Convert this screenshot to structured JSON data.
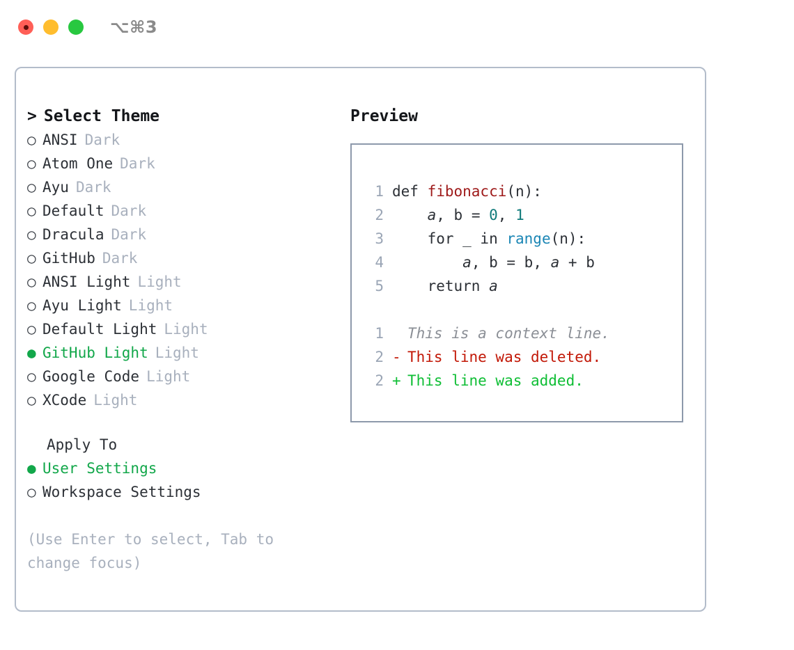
{
  "window": {
    "title": "⌥⌘3",
    "traffic_lights": [
      "close-button",
      "minimize-button",
      "maximize-button"
    ],
    "colors": {
      "close": "#ff5f57",
      "minimize": "#ffbd2e",
      "maximize": "#28c840",
      "panel_border": "#b3bcca",
      "preview_border": "#8d99ab",
      "accent_green": "#12a74a",
      "muted": "#a8b0bd"
    }
  },
  "theme_selector": {
    "heading": "Select Theme",
    "caret": ">",
    "bullet_selected": "●",
    "bullet_unselected": "○",
    "options": [
      {
        "name": "ANSI",
        "tag": "Dark",
        "selected": false
      },
      {
        "name": "Atom One",
        "tag": "Dark",
        "selected": false
      },
      {
        "name": "Ayu",
        "tag": "Dark",
        "selected": false
      },
      {
        "name": "Default",
        "tag": "Dark",
        "selected": false
      },
      {
        "name": "Dracula",
        "tag": "Dark",
        "selected": false
      },
      {
        "name": "GitHub",
        "tag": "Dark",
        "selected": false
      },
      {
        "name": "ANSI Light",
        "tag": "Light",
        "selected": false
      },
      {
        "name": "Ayu Light",
        "tag": "Light",
        "selected": false
      },
      {
        "name": "Default Light",
        "tag": "Light",
        "selected": false
      },
      {
        "name": "GitHub Light",
        "tag": "Light",
        "selected": true
      },
      {
        "name": "Google Code",
        "tag": "Light",
        "selected": false
      },
      {
        "name": "XCode",
        "tag": "Light",
        "selected": false
      }
    ]
  },
  "apply_to": {
    "label": "Apply To",
    "options": [
      {
        "name": "User Settings",
        "selected": true
      },
      {
        "name": "Workspace Settings",
        "selected": false
      }
    ]
  },
  "hint": "(Use Enter to select, Tab to change focus)",
  "preview": {
    "title": "Preview",
    "code_lines": [
      {
        "no": "1",
        "tokens": [
          {
            "t": "def ",
            "k": "plain"
          },
          {
            "t": "fibonacci",
            "k": "fn"
          },
          {
            "t": "(n):",
            "k": "plain"
          }
        ]
      },
      {
        "no": "2",
        "tokens": [
          {
            "t": "    ",
            "k": "plain"
          },
          {
            "t": "a",
            "k": "var"
          },
          {
            "t": ", ",
            "k": "plain"
          },
          {
            "t": "b",
            "k": "plain"
          },
          {
            "t": " = ",
            "k": "plain"
          },
          {
            "t": "0",
            "k": "num"
          },
          {
            "t": ", ",
            "k": "plain"
          },
          {
            "t": "1",
            "k": "num"
          }
        ]
      },
      {
        "no": "3",
        "tokens": [
          {
            "t": "    for _ in ",
            "k": "plain"
          },
          {
            "t": "range",
            "k": "kw"
          },
          {
            "t": "(n):",
            "k": "plain"
          }
        ]
      },
      {
        "no": "4",
        "tokens": [
          {
            "t": "        ",
            "k": "plain"
          },
          {
            "t": "a",
            "k": "var"
          },
          {
            "t": ", b = b, ",
            "k": "plain"
          },
          {
            "t": "a",
            "k": "var"
          },
          {
            "t": " + b",
            "k": "plain"
          }
        ]
      },
      {
        "no": "5",
        "tokens": [
          {
            "t": "    return ",
            "k": "plain"
          },
          {
            "t": "a",
            "k": "var"
          }
        ]
      }
    ],
    "diff_lines": [
      {
        "no": "1",
        "mark": " ",
        "text": "This is a context line.",
        "kind": "context"
      },
      {
        "no": "2",
        "mark": "-",
        "text": "This line was deleted.",
        "kind": "deleted"
      },
      {
        "no": "2",
        "mark": "+",
        "text": "This line was added.",
        "kind": "added"
      }
    ]
  }
}
